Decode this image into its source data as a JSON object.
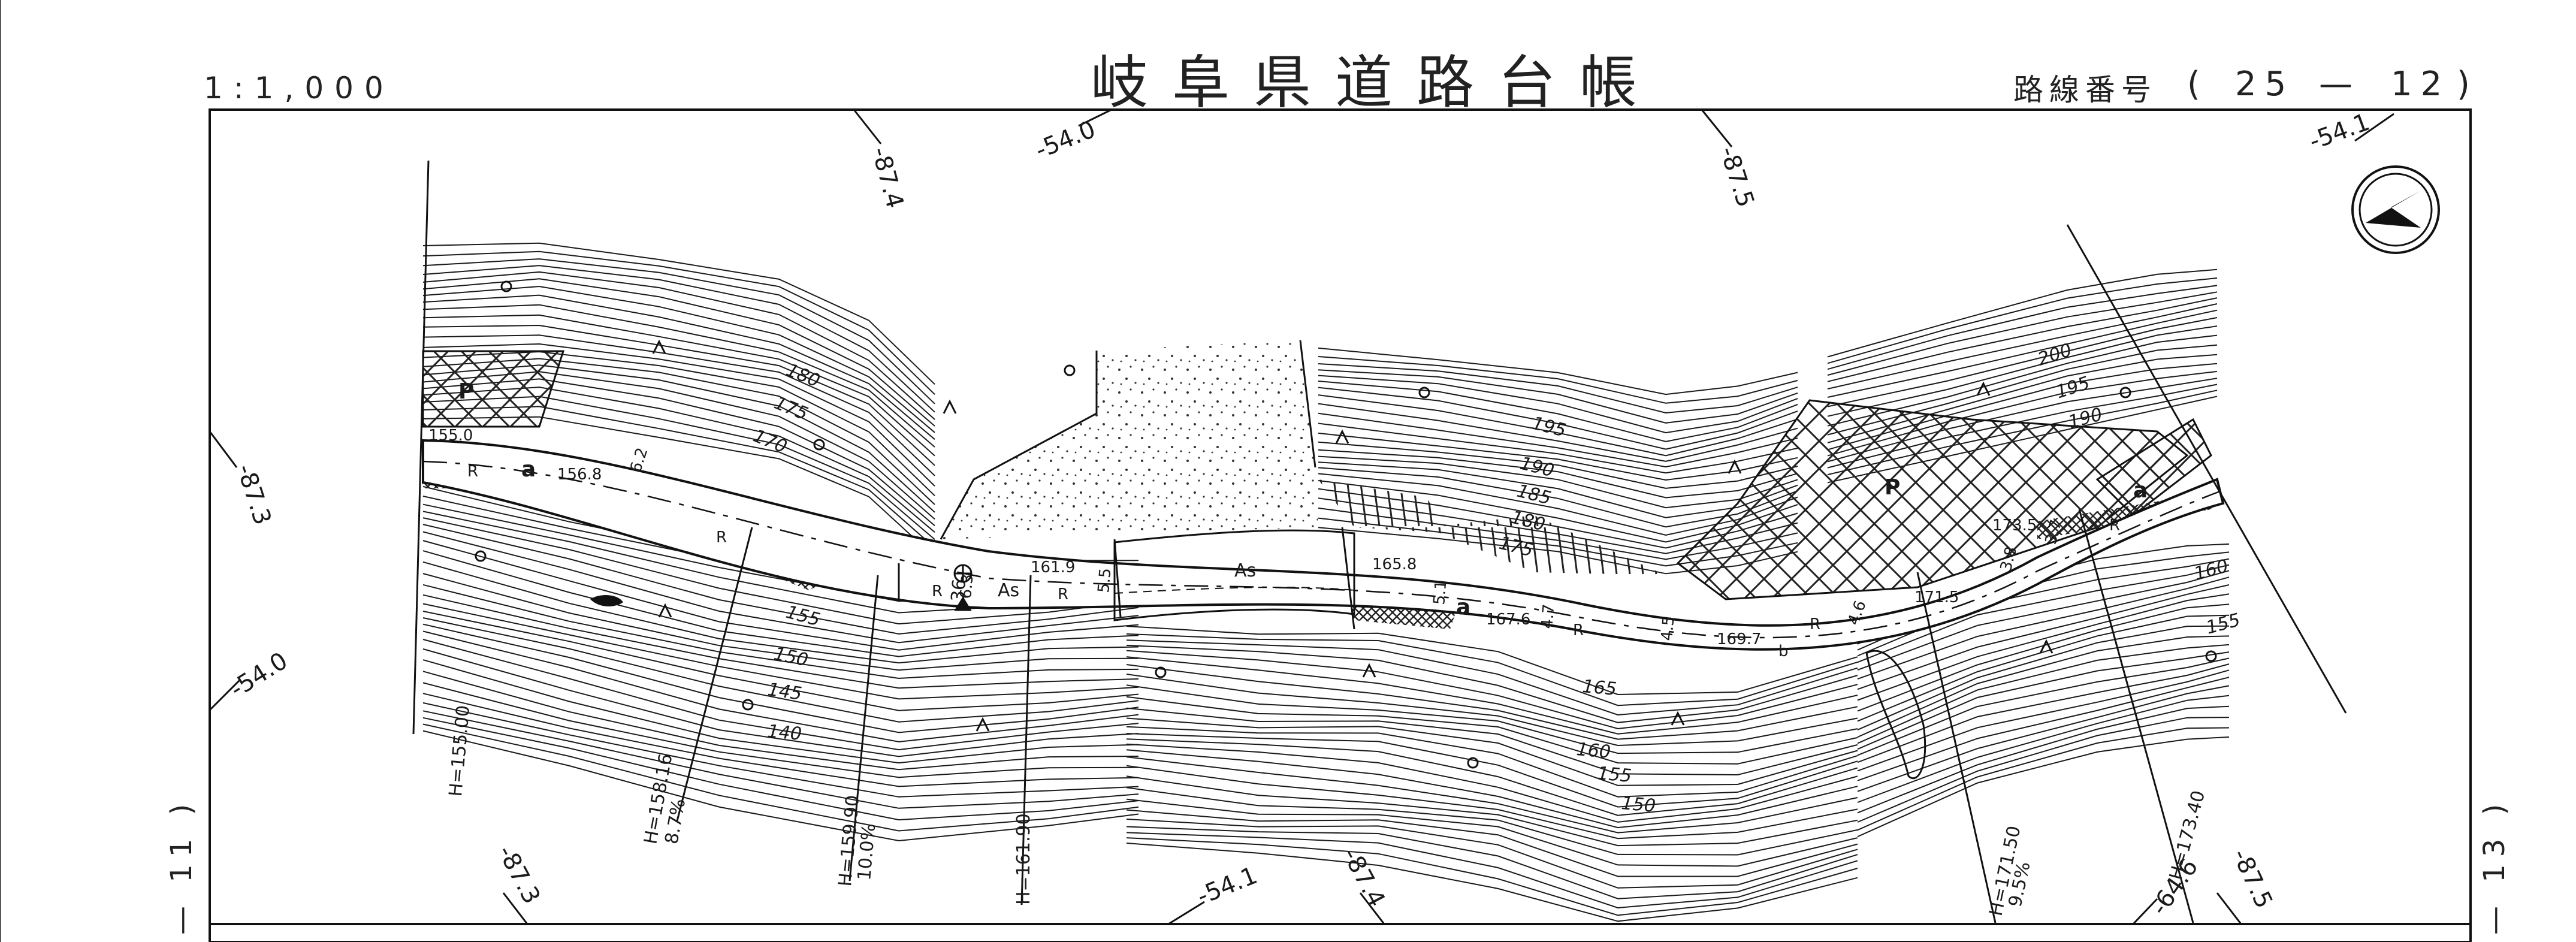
{
  "title": "岐阜県道路台帳",
  "scale": "1:1,000",
  "route": {
    "label": "路線番号",
    "open": "(",
    "number_a": "25",
    "dash": "—",
    "number_b": "12",
    "close": ")"
  },
  "sheet_refs": {
    "left": "— 11 )",
    "right": "— 13 )"
  },
  "grid_ticks": [
    "-87.4",
    "-54.0",
    "-87.5",
    "-54.1",
    "-87.3",
    "-54.0",
    "-87.3",
    "-54.1",
    "-87.4",
    "-64.6",
    "-87.5"
  ],
  "contour_labels": [
    "180",
    "175",
    "170",
    "155",
    "150",
    "145",
    "140",
    "195",
    "190",
    "185",
    "180",
    "175",
    "200",
    "195",
    "190",
    "160",
    "155",
    "165",
    "160",
    "155",
    "150"
  ],
  "road_texts": [
    "155.0",
    "156.8",
    "6.2",
    "161.9",
    "6.3",
    "5.5",
    "165.8",
    "5.1",
    "167.6",
    "4.7",
    "4.5",
    "169.7",
    "4.6",
    "171.5",
    "173.5",
    "3.8",
    "3.7"
  ],
  "road_labels": {
    "surface": "As",
    "surface2": "As",
    "class_a": "a",
    "class_a2": "a",
    "class_a3": "a",
    "class_p": "P",
    "class_p2": "P",
    "side": "R",
    "side_short": "R",
    "b": "b"
  },
  "heights": [
    "H=155.00",
    "H=158.16",
    "8.7%",
    "H=159.90",
    "10.0%",
    "H=161.90",
    "H=171.50",
    "9.5%",
    "H=173.40"
  ],
  "north_arrow": "north-arrow-icon",
  "benchmark": "36"
}
